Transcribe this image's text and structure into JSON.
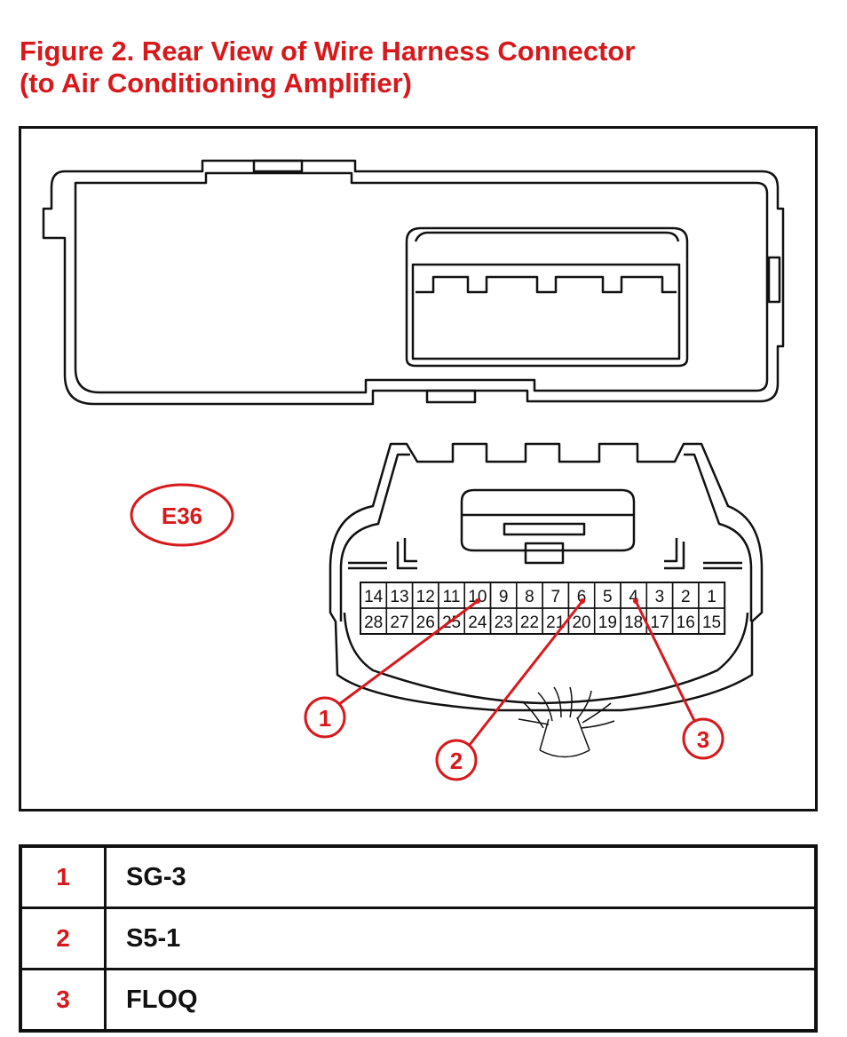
{
  "title": {
    "line1": "Figure 2.  Rear View of Wire Harness Connector",
    "line2": "(to Air Conditioning Amplifier)"
  },
  "connector": {
    "label": "E36",
    "pins_top": [
      "14",
      "13",
      "12",
      "11",
      "10",
      "9",
      "8",
      "7",
      "6",
      "5",
      "4",
      "3",
      "2",
      "1"
    ],
    "pins_bottom": [
      "28",
      "27",
      "26",
      "25",
      "24",
      "23",
      "22",
      "21",
      "20",
      "19",
      "18",
      "17",
      "16",
      "15"
    ],
    "callouts": [
      {
        "number": "1",
        "pin": "10"
      },
      {
        "number": "2",
        "pin": "6"
      },
      {
        "number": "3",
        "pin": "4"
      }
    ]
  },
  "legend": [
    {
      "number": "1",
      "signal": "SG-3"
    },
    {
      "number": "2",
      "signal": "S5-1"
    },
    {
      "number": "3",
      "signal": "FLOQ"
    }
  ],
  "colors": {
    "accent": "#d7191c",
    "line": "#111111"
  }
}
